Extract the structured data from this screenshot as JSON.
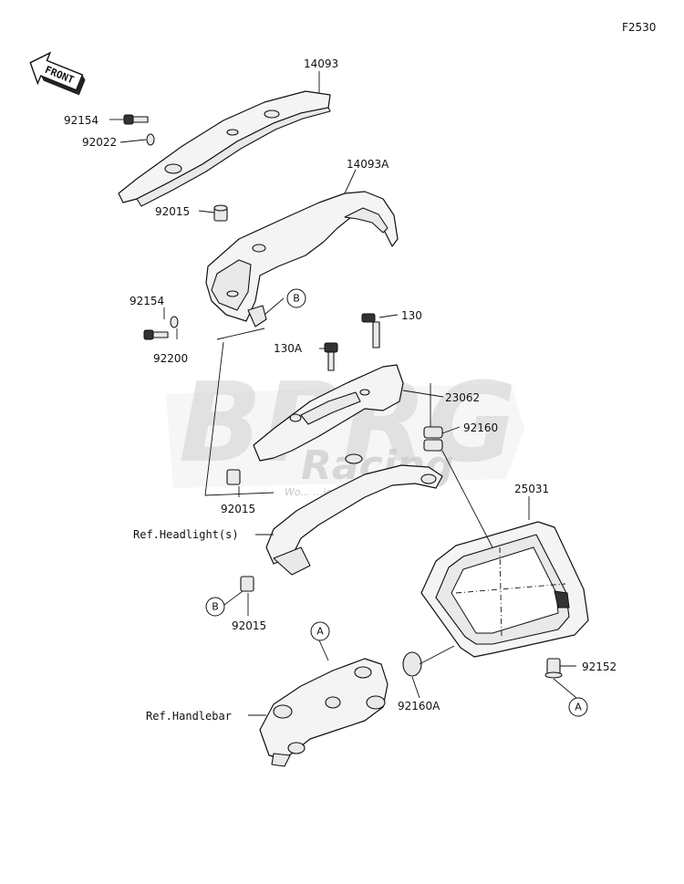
{
  "figure_code": "F2530",
  "front_label": "FRONT",
  "watermark": {
    "brand": "BPRG",
    "sub": "Racing",
    "tagline": "Wo... ...ions ...ate"
  },
  "parts": {
    "p14093": "14093",
    "p14093A": "14093A",
    "p92154a": "92154",
    "p92022": "92022",
    "p92015a": "92015",
    "p92154b": "92154",
    "p92200": "92200",
    "p130": "130",
    "p130A": "130A",
    "p23062": "23062",
    "p92160": "92160",
    "p92015b": "92015",
    "p25031": "25031",
    "p92015c": "92015",
    "p92152": "92152",
    "p92160A": "92160A"
  },
  "refs": {
    "headlight": "Ref.Headlight(s)",
    "handlebar": "Ref.Handlebar"
  },
  "callouts": {
    "B": "B",
    "A": "A"
  }
}
